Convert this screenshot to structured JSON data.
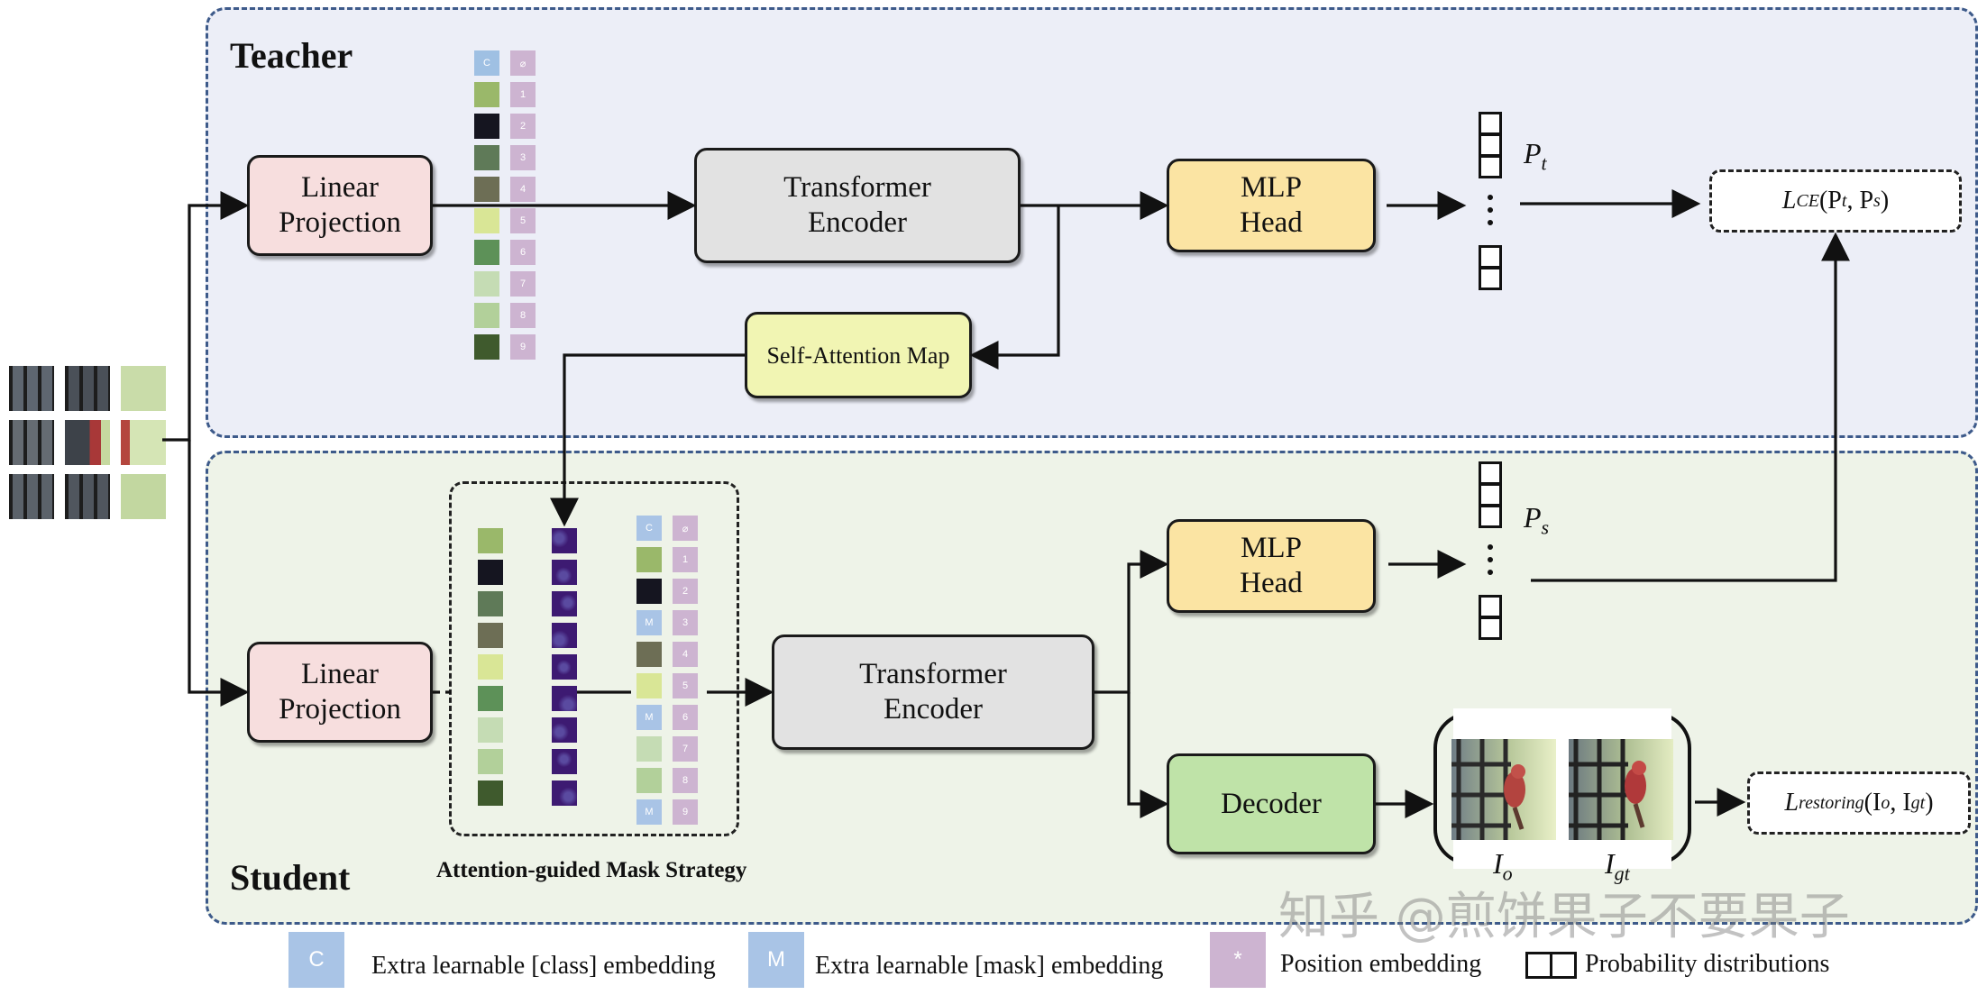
{
  "teacher": {
    "title": "Teacher",
    "linear_projection": "Linear\nProjection",
    "transformer_encoder": "Transformer\nEncoder",
    "mlp_head": "MLP\nHead",
    "self_attention_map": "Self-Attention Map",
    "prob_label": "P",
    "prob_sub": "t"
  },
  "student": {
    "title": "Student",
    "linear_projection": "Linear\nProjection",
    "transformer_encoder": "Transformer\nEncoder",
    "mlp_head": "MLP\nHead",
    "decoder": "Decoder",
    "mask_strategy_label": "Attention-guided Mask Strategy",
    "prob_label": "P",
    "prob_sub": "s",
    "img_out_label": "I",
    "img_out_sub": "o",
    "img_gt_label": "I",
    "img_gt_sub": "gt"
  },
  "losses": {
    "ce": {
      "main": "L",
      "sub": "CE",
      "args": "(P",
      "a1": "t",
      "sep": ", P",
      "a2": "s",
      "close": ")"
    },
    "restoring": {
      "main": "L",
      "sub": "restoring",
      "args": "(I",
      "a1": "o",
      "sep": ", I",
      "a2": "gt",
      "close": ")"
    }
  },
  "tokens": {
    "class_token": "C",
    "mask_token": "M",
    "teacher_positions": [
      "⌀",
      "1",
      "2",
      "3",
      "4",
      "5",
      "6",
      "7",
      "8",
      "9"
    ],
    "student_positions": [
      "⌀",
      "1",
      "2",
      "3",
      "4",
      "5",
      "6",
      "7",
      "8",
      "9"
    ],
    "teacher_colors": [
      "#9fc0e3",
      "#9ab86a",
      "#151520",
      "#5f7a58",
      "#6d6e55",
      "#d9e696",
      "#5d9158",
      "#c5dcb4",
      "#b2d09a",
      "#3f5a2d"
    ],
    "student_input_colors": [
      "#9ab86a",
      "#151520",
      "#5f7a58",
      "#6d6e55",
      "#d9e696",
      "#5d9158",
      "#c5dcb4",
      "#b2d09a",
      "#3f5a2d"
    ],
    "student_masked": [
      "class",
      "#9ab86a",
      "#151520",
      "mask",
      "#6d6e55",
      "#d9e696",
      "mask",
      "#c5dcb4",
      "#b2d09a",
      "mask"
    ],
    "position_color": "#cdb4d1",
    "class_color": "#a9c4e6",
    "mask_color": "#a9c4e6",
    "attention_color": "#3d1a72"
  },
  "legend": {
    "class_symbol": "C",
    "class_text": "Extra learnable [class] embedding",
    "mask_symbol": "M",
    "mask_text": "Extra learnable [mask] embedding",
    "position_symbol": "*",
    "position_text": "Position embedding",
    "prob_text": "Probability distributions"
  },
  "watermark": "知乎 @煎饼果子不要果子"
}
